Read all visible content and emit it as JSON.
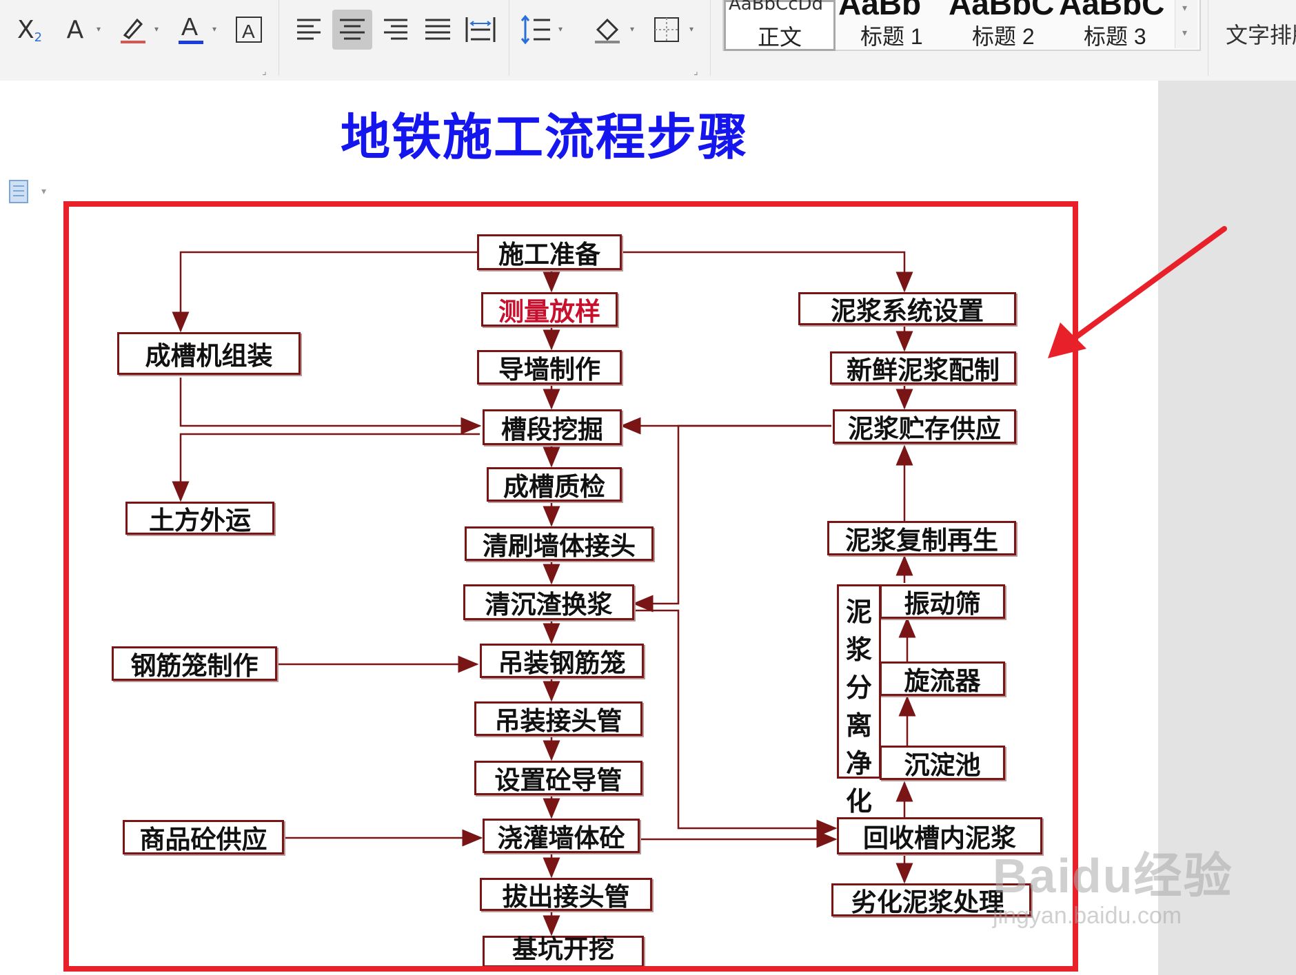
{
  "ribbon": {
    "styles": [
      {
        "preview": "AaBbCcDd",
        "label": "正文"
      },
      {
        "preview": "AaBb",
        "label": "标题 1"
      },
      {
        "preview": "AaBbC",
        "label": "标题 2"
      },
      {
        "preview": "AaBbC",
        "label": "标题 3"
      }
    ],
    "text_layout_label": "文字排版",
    "icons": [
      "subscript-icon",
      "clear-format-icon",
      "highlight-icon",
      "font-color-icon",
      "char-border-icon",
      "align-left-icon",
      "align-center-icon",
      "align-right-icon",
      "justify-icon",
      "distributed-icon",
      "line-spacing-icon",
      "shading-icon",
      "border-icon"
    ]
  },
  "document": {
    "title": "地铁施工流程步骤",
    "title_color": "#1515ee",
    "highlight_color": "#e8202a"
  },
  "flowchart": {
    "boxes": {
      "prep": "施工准备",
      "survey": "测量放样",
      "guide_wall": "导墙制作",
      "trench_dig": "槽段挖掘",
      "trench_check": "成槽质检",
      "clean_joint": "清刷墙体接头",
      "sediment": "清沉渣换浆",
      "hoist_cage": "吊装钢筋笼",
      "hoist_pipe": "吊装接头管",
      "concrete_pipe": "设置砼导管",
      "pour": "浇灌墙体砼",
      "pull_pipe": "拔出接头管",
      "pit_dig": "基坑开挖",
      "machine": "成槽机组装",
      "earth": "土方外运",
      "rebar": "钢筋笼制作",
      "concrete_supply": "商品砼供应",
      "slurry_system": "泥浆系统设置",
      "fresh_slurry": "新鲜泥浆配制",
      "slurry_store": "泥浆贮存供应",
      "slurry_regen": "泥浆复制再生",
      "vibrating": "振动筛",
      "cyclone": "旋流器",
      "settling": "沉淀池",
      "recover": "回收槽内泥浆",
      "waste": "劣化泥浆处理"
    },
    "separation_label": [
      "泥",
      "浆",
      "分",
      "离",
      "净",
      "化"
    ]
  },
  "watermark": {
    "main": "Baidu经验",
    "url": "jingyan.baidu.com"
  }
}
